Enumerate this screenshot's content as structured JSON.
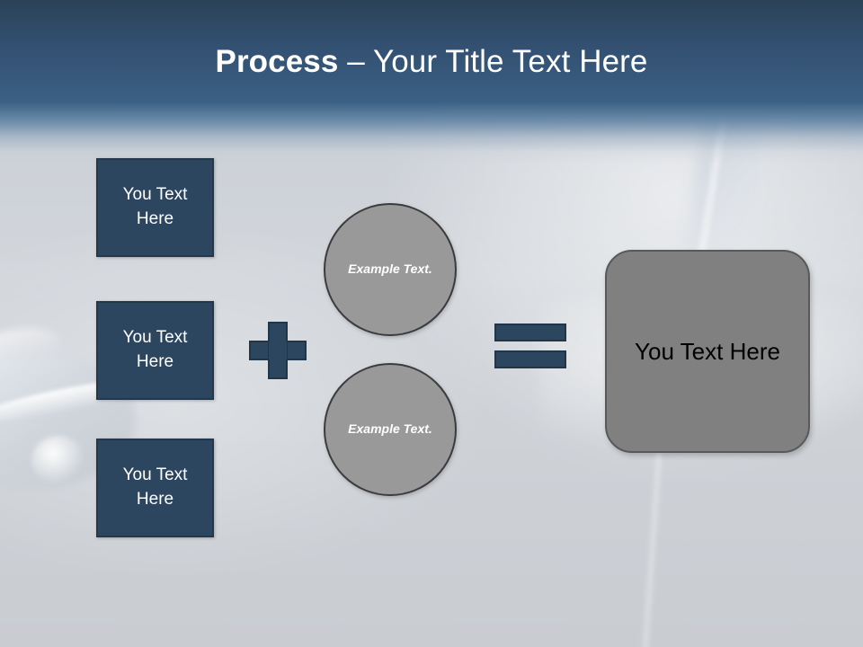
{
  "slide": {
    "title_bold": "Process",
    "title_rest": " – Your Title Text Here"
  },
  "colors": {
    "navy": "#2d4660",
    "navy_border": "#24384c",
    "header_top": "#2b4258",
    "header_mid": "#3a6084",
    "circle_gray": "#99999a",
    "circle_border": "#3c3c3e",
    "result_gray": "#808081",
    "result_border": "#59595b",
    "background_gray": "#ced2d7",
    "text_white": "#ffffff",
    "text_black": "#000000"
  },
  "inputs": [
    {
      "label": "You Text Here"
    },
    {
      "label": "You Text Here"
    },
    {
      "label": "You Text Here"
    }
  ],
  "operators": {
    "plus": "+",
    "equals": "="
  },
  "factors": [
    {
      "label": "Example Text."
    },
    {
      "label": "Example Text."
    }
  ],
  "result": {
    "label": "You Text Here"
  }
}
